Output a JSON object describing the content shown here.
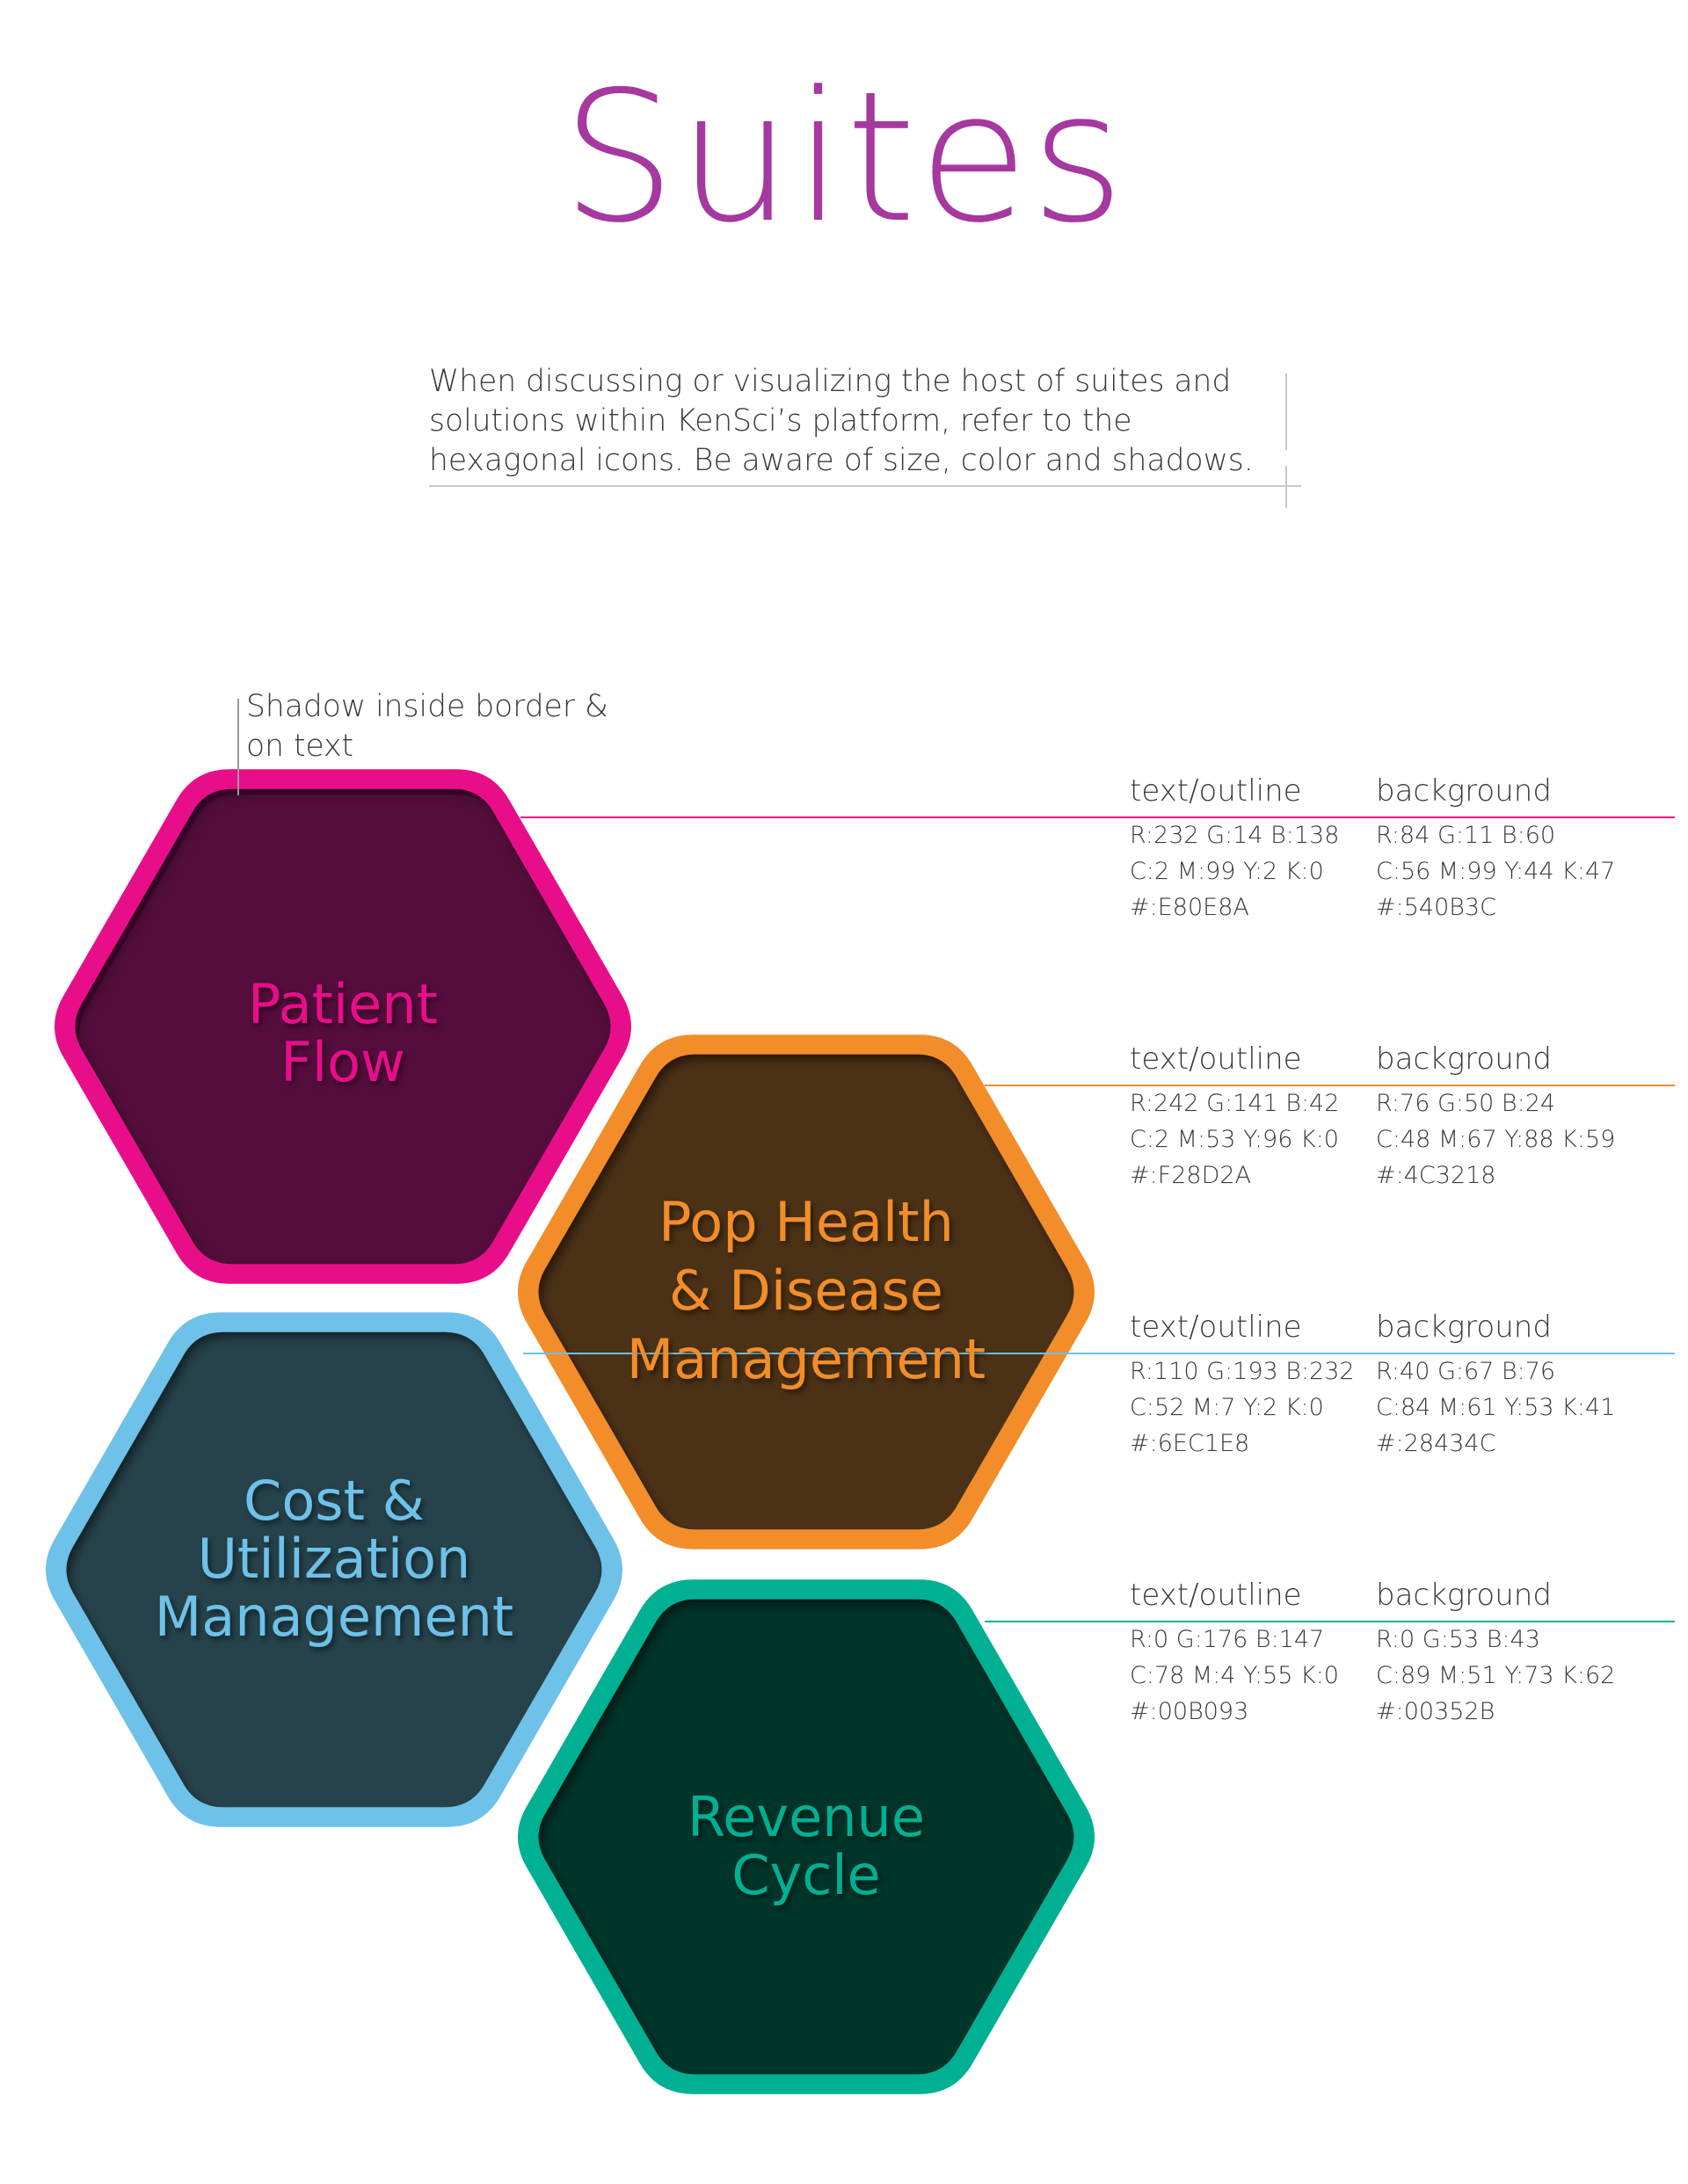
{
  "title": "Suites",
  "title_color": "#a6399f",
  "intro": "When discussing or visualizing the host of suites and solutions within KenSci’s platform, refer to the hexagonal icons. Be aware of size, color and shadows.",
  "callout": [
    "Shadow inside border &",
    "on text"
  ],
  "suites": [
    {
      "id": "patient-flow",
      "label": [
        "Patient",
        "Flow"
      ],
      "outline_color": "#E80E8A",
      "background_color": "#540B3C",
      "text_outline_heading": "text/outline",
      "background_heading": "background",
      "text_outline_values": [
        "R:232 G:14 B:138",
        "C:2 M:99 Y:2 K:0",
        "#:E80E8A"
      ],
      "background_values": [
        "R:84 G:11 B:60",
        "C:56 M:99 Y:44 K:47",
        "#:540B3C"
      ]
    },
    {
      "id": "pop-health",
      "label": [
        "Pop Health",
        "& Disease",
        "Management"
      ],
      "outline_color": "#F28D2A",
      "background_color": "#4C3218",
      "text_outline_heading": "text/outline",
      "background_heading": "background",
      "text_outline_values": [
        "R:242 G:141 B:42",
        "C:2 M:53 Y:96 K:0",
        "#:F28D2A"
      ],
      "background_values": [
        "R:76 G:50 B:24",
        "C:48 M:67 Y:88 K:59",
        "#:4C3218"
      ]
    },
    {
      "id": "cost-utilization",
      "label": [
        "Cost &",
        "Utilization",
        "Management"
      ],
      "outline_color": "#6EC1E8",
      "background_color": "#28434C",
      "text_outline_heading": "text/outline",
      "background_heading": "background",
      "text_outline_values": [
        "R:110 G:193 B:232",
        "C:52 M:7 Y:2 K:0",
        "#:6EC1E8"
      ],
      "background_values": [
        "R:40 G:67 B:76",
        "C:84 M:61 Y:53 K:41",
        "#:28434C"
      ]
    },
    {
      "id": "revenue-cycle",
      "label": [
        "Revenue",
        "Cycle"
      ],
      "outline_color": "#00B093",
      "background_color": "#00352B",
      "text_outline_heading": "text/outline",
      "background_heading": "background",
      "text_outline_values": [
        "R:0 G:176 B:147",
        "C:78 M:4 Y:55 K:0",
        "#:00B093"
      ],
      "background_values": [
        "R:0 G:53 B:43",
        "C:89 M:51 Y:73 K:62",
        "#:00352B"
      ]
    }
  ]
}
